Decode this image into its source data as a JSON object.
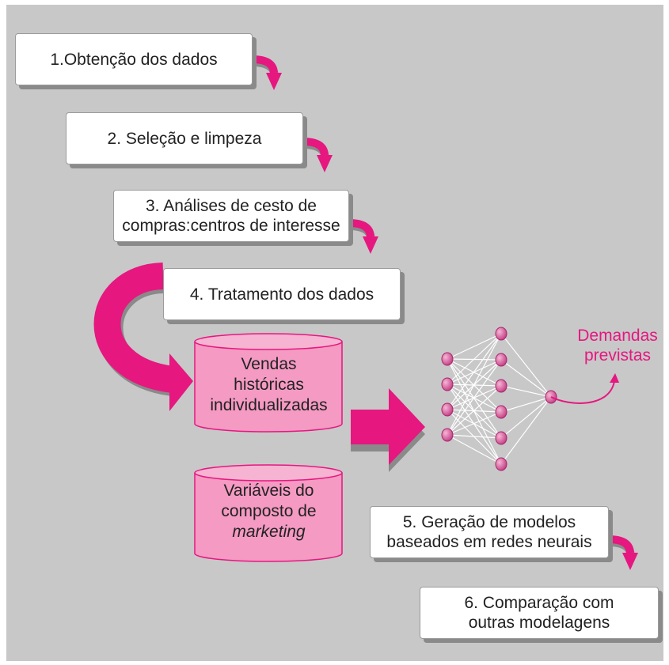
{
  "steps": {
    "step1": "1.Obtenção dos dados",
    "step2": "2. Seleção e limpeza",
    "step3_line1": "3. Análises de cesto de",
    "step3_line2": "compras:centros de interesse",
    "step4": "4. Tratamento dos dados",
    "step5_line1": "5. Geração de modelos",
    "step5_line2": "baseados em redes neurais",
    "step6_line1": "6. Comparação com",
    "step6_line2": "outras modelagens"
  },
  "databases": {
    "sales_line1": "Vendas",
    "sales_line2": "históricas",
    "sales_line3": "individualizadas",
    "mix_line1": "Variáveis do",
    "mix_line2": "composto de",
    "mix_line3": "marketing"
  },
  "network": {
    "output_line1": "Demandas",
    "output_line2": "previstas",
    "input_nodes": 4,
    "hidden_nodes": 6,
    "output_nodes": 1
  },
  "colors": {
    "background": "#c8c8c9",
    "accent": "#e6177f",
    "cylinder_fill": "#f49ac3",
    "node_fill": "#d3589b"
  }
}
